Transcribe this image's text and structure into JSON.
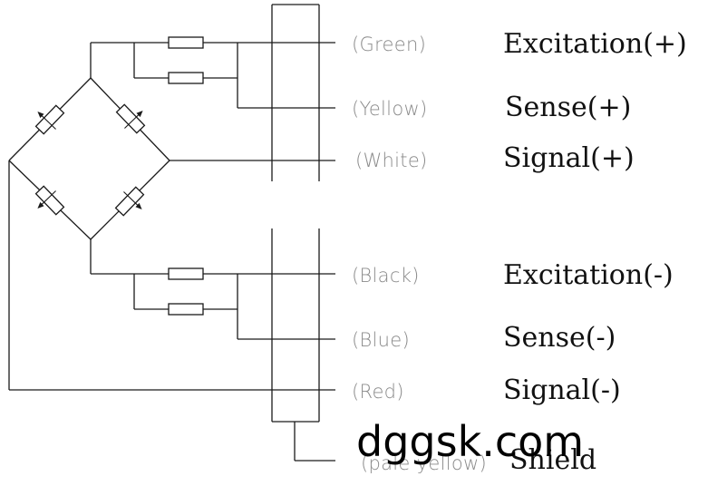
{
  "connections": [
    {
      "color": "(Green)",
      "function": "Excitation(+)"
    },
    {
      "color": "(Yellow)",
      "function": "Sense(+)"
    },
    {
      "color": "(White)",
      "function": "Signal(+)"
    },
    {
      "color": "(Black)",
      "function": "Excitation(-)"
    },
    {
      "color": "(Blue)",
      "function": "Sense(-)"
    },
    {
      "color": "(Red)",
      "function": "Signal(-)"
    },
    {
      "color": "(pale yellow)",
      "function": "Shield"
    }
  ],
  "watermark": "dggsk.com"
}
